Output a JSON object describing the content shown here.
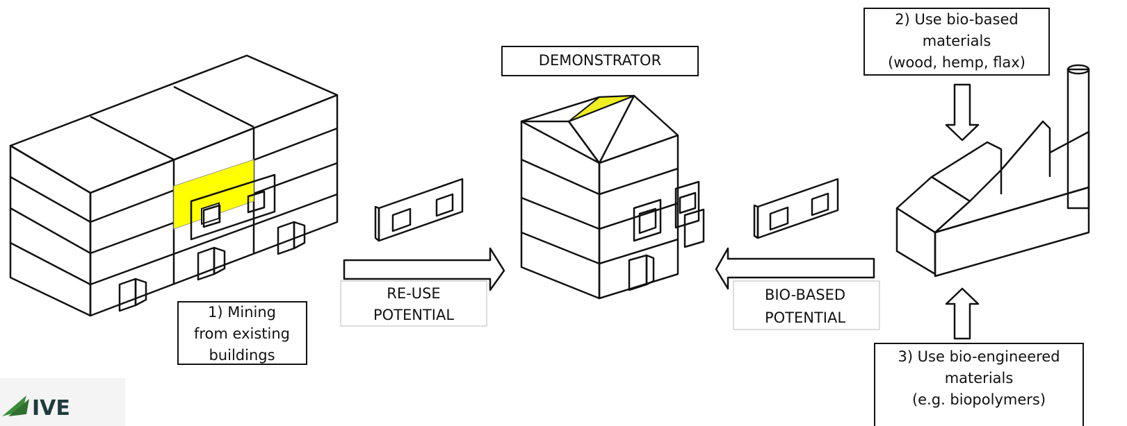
{
  "diagram": {
    "demonstrator_label": "DEMONSTRATOR",
    "step1": [
      "1) Mining",
      "from existing",
      "buildings"
    ],
    "step2": [
      "2) Use bio-based",
      "materials",
      "(wood, hemp, flax)"
    ],
    "step3": [
      "3) Use bio-engineered",
      "materials",
      "(e.g. biopolymers)"
    ],
    "reuse": [
      "RE-USE",
      "POTENTIAL"
    ],
    "biobased": [
      "BIO-BASED",
      "POTENTIAL"
    ],
    "logo_text": "IVE"
  },
  "colors": {
    "building_grey": "#a6a6a6",
    "demonstrator_yellow": "#ffff00",
    "panel_green": "#1f8a1f",
    "factory_grey": "#e0e0e0"
  }
}
